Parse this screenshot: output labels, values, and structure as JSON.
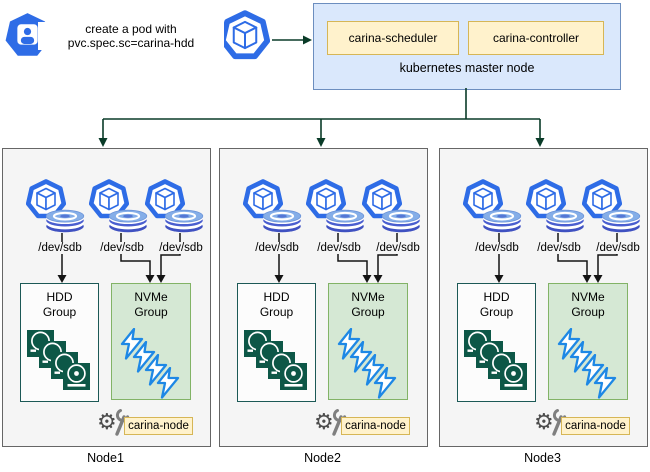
{
  "flow": {
    "request_label": "create a pod with\npvc.spec.sc=carina-hdd"
  },
  "master": {
    "label": "kubernetes master node",
    "scheduler": "carina-scheduler",
    "controller": "carina-controller"
  },
  "nodes": [
    {
      "name": "Node1",
      "devices": [
        "/dev/sdb",
        "/dev/sdb",
        "/dev/sdb"
      ],
      "hdd_group": "HDD\nGroup",
      "nvme_group": "NVMe\nGroup",
      "agent": "carina-node"
    },
    {
      "name": "Node2",
      "devices": [
        "/dev/sdb",
        "/dev/sdb",
        "/dev/sdb"
      ],
      "hdd_group": "HDD\nGroup",
      "nvme_group": "NVMe\nGroup",
      "agent": "carina-node"
    },
    {
      "name": "Node3",
      "devices": [
        "/dev/sdb",
        "/dev/sdb",
        "/dev/sdb"
      ],
      "hdd_group": "HDD\nGroup",
      "nvme_group": "NVMe\nGroup",
      "agent": "carina-node"
    }
  ],
  "icons": {
    "user-icon": "person inside kubernetes heptagon",
    "pod-icon": "cube inside kubernetes heptagon",
    "disk-stack-icon": "stacked blue disk cylinder",
    "hdd-platter-icon": "dark green hard disk platter",
    "lightning-icon": "blue lightning bolt (NVMe speed)",
    "gear-wrench-icon": "gear and wrench (node agent)"
  },
  "colors": {
    "kubernetes_blue": "#2e6ce6",
    "master_fill": "#dae8fc",
    "master_border": "#6c8ebf",
    "component_fill": "#fff2cc",
    "component_border": "#d6b656",
    "node_fill": "#f5f5f5",
    "node_border": "#666666",
    "nvme_fill": "#d5e8d4",
    "nvme_border": "#82b366",
    "hdd_border": "#1c5956",
    "hdd_disk_green": "#0d5747",
    "bolt_blue": "#1e88e5",
    "arrow_green": "#0a3b28",
    "arrow_black": "#141414"
  }
}
